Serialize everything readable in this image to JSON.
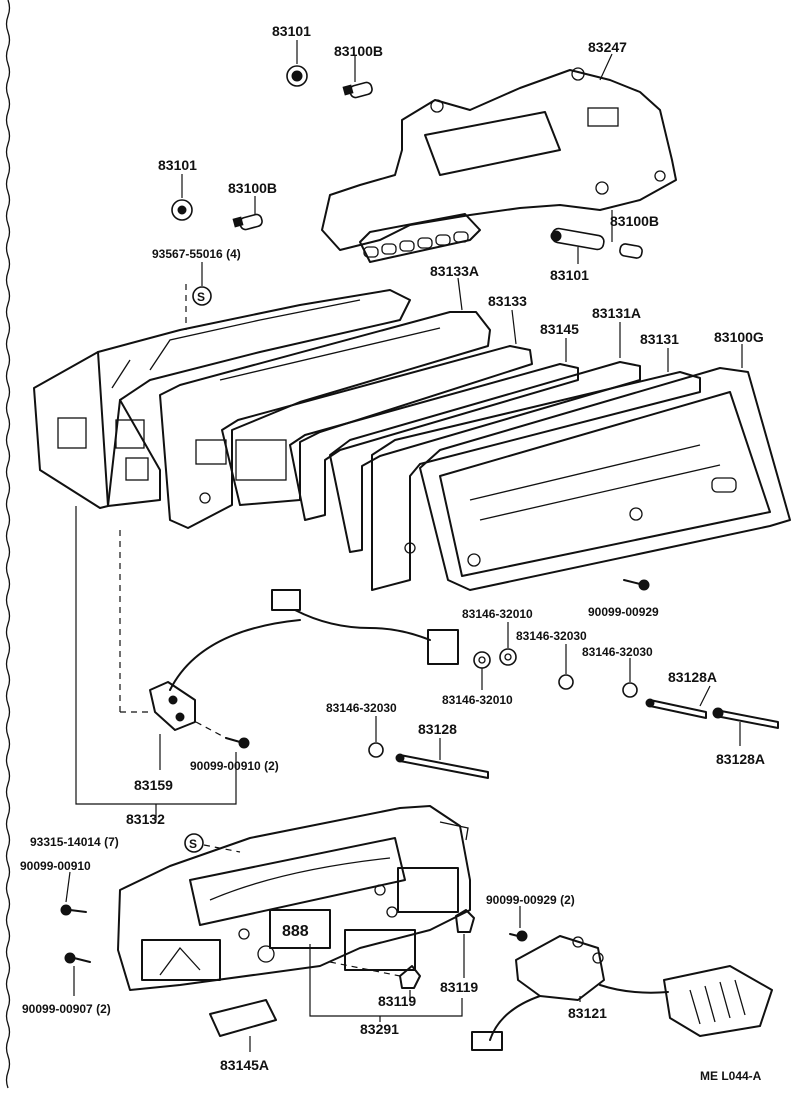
{
  "diagram": {
    "code": "ME L044-A",
    "labels": {
      "p83101_a": "83101",
      "p83100b_a": "83100B",
      "p83247": "83247",
      "p83101_b": "83101",
      "p83100b_b": "83100B",
      "p93567": "93567-55016 (4)",
      "p83100b_c": "83100B",
      "p83101_c": "83101",
      "p83133a": "83133A",
      "p83133": "83133",
      "p83131a": "83131A",
      "p83145": "83145",
      "p83131": "83131",
      "p83100g": "83100G",
      "p90099_00929_a": "90099-00929",
      "p83146_32010_a": "83146-32010",
      "p83146_32030_a": "83146-32030",
      "p83146_32030_b": "83146-32030",
      "p83128a_a": "83128A",
      "p83146_32010_b": "83146-32010",
      "p83146_32030_c": "83146-32030",
      "p83128": "83128",
      "p83128a_b": "83128A",
      "p83159": "83159",
      "p90099_00910_a": "90099-00910 (2)",
      "p83132": "83132",
      "p93315": "93315-14014 (7)",
      "p90099_00910_b": "90099-00910",
      "p90099_00929_b": "90099-00929 (2)",
      "p90099_00907": "90099-00907 (2)",
      "p83119_a": "83119",
      "p83119_b": "83119",
      "p83291": "83291",
      "p83121": "83121",
      "p83145a": "83145A"
    }
  }
}
